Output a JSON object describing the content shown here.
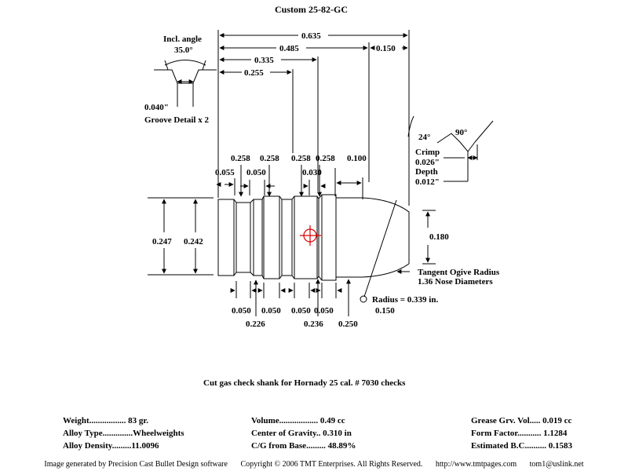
{
  "title": "Custom   25-82-GC",
  "groove_detail": {
    "label1": "Incl. angle",
    "angle": "35.0°",
    "width": "0.040\"",
    "label2": "Groove Detail x 2"
  },
  "crimp_detail": {
    "angle1": "24°",
    "angle2": "90°",
    "label": "Crimp",
    "crimp_value": "0.026\"",
    "depth_label": "Depth",
    "depth_value": "0.012\""
  },
  "top_dims": [
    "0.635",
    "0.485",
    "0.150",
    "0.335",
    "0.255"
  ],
  "upper_dims": [
    "0.258",
    "0.258",
    "0.258",
    "0.258",
    "0.100",
    "0.055",
    "0.050",
    "0.030"
  ],
  "side_dims": [
    "0.247",
    "0.242",
    "0.180"
  ],
  "lower_dims": [
    "0.050",
    "0.050",
    "0.050",
    "0.050",
    "0.226",
    "0.236",
    "0.250",
    "0.150"
  ],
  "ogive": {
    "label1": "Tangent Ogive Radius",
    "label2": "1.36  Nose Diameters",
    "radius": "Radius = 0.339 in."
  },
  "note": "Cut gas check shank for Hornady 25 cal. # 7030 checks",
  "stats": {
    "col1": [
      "Weight.................    83 gr.",
      "Alloy Type..............Wheelweights",
      "Alloy Density.........11.0096"
    ],
    "col2": [
      "Volume..................  0.49 cc",
      "Center of Gravity..  0.310 in",
      "C/G from Base.........  48.89%"
    ],
    "col3": [
      "Grease Grv. Vol..... 0.019 cc",
      "Form Factor...........  1.1284",
      "Estimated B.C..........  0.1583"
    ]
  },
  "footer": [
    "Image generated by Precision Cast Bullet Design software",
    "Copyright © 2006 TMT Enterprises. All Rights Reserved.",
    "http://www.tmtpages.com",
    "tom1@uslink.net"
  ],
  "colors": {
    "ink": "#000000",
    "cg_marker": "#dd0000",
    "background": "#ffffff"
  }
}
